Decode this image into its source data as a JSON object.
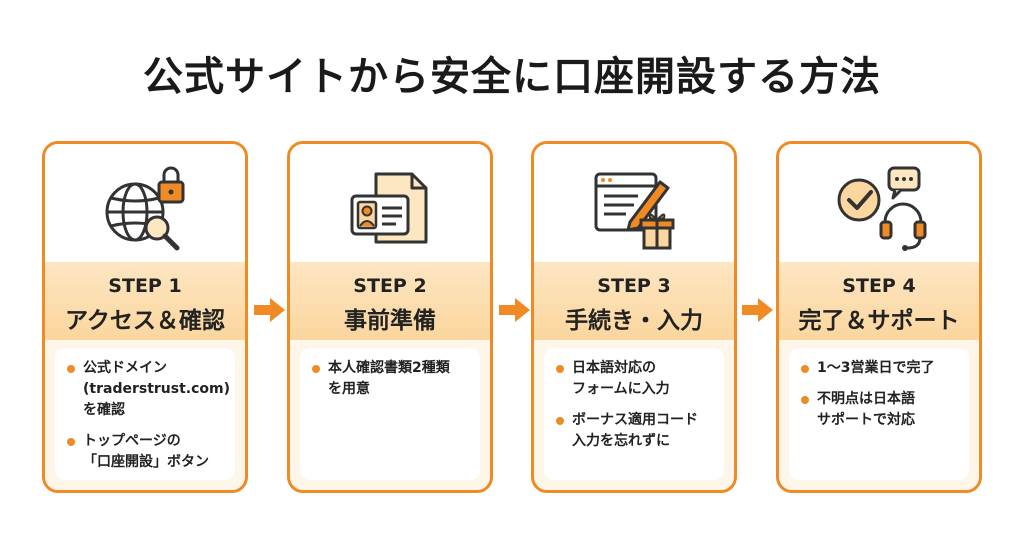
{
  "title": "公式サイトから安全に口座開設する方法",
  "colors": {
    "accent": "#f08a24",
    "card_bg": "#fff6ea",
    "header_band": "#fbd69e"
  },
  "steps": [
    {
      "label": "STEP 1",
      "title": "アクセス＆確認",
      "icon": "globe-lock-search-icon",
      "bullets": [
        "公式ドメイン\n(traderstrust.com)\nを確認",
        "トップページの\n「口座開設」ボタン"
      ]
    },
    {
      "label": "STEP 2",
      "title": "事前準備",
      "icon": "id-card-document-icon",
      "bullets": [
        "本人確認書類2種類\nを用意"
      ]
    },
    {
      "label": "STEP 3",
      "title": "手続き・入力",
      "icon": "form-pencil-gift-icon",
      "bullets": [
        "日本語対応の\nフォームに入力",
        "ボーナス適用コード\n入力を忘れずに"
      ]
    },
    {
      "label": "STEP 4",
      "title": "完了＆サポート",
      "icon": "check-headset-chat-icon",
      "bullets": [
        "1〜3営業日で完了",
        "不明点は日本語\nサポートで対応"
      ]
    }
  ]
}
